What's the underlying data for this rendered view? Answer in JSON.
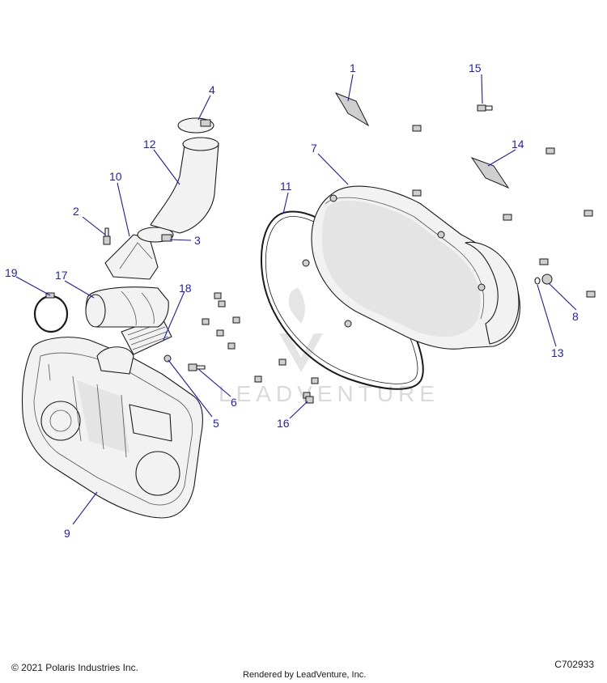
{
  "callouts": [
    "1",
    "2",
    "3",
    "4",
    "5",
    "6",
    "7",
    "8",
    "9",
    "10",
    "11",
    "12",
    "13",
    "14",
    "15",
    "16",
    "17",
    "18",
    "19"
  ],
  "watermark": "LEADVENTURE",
  "footer": {
    "copyright": "© 2021 Polaris Industries Inc.",
    "rendered_by": "Rendered by LeadVenture, Inc.",
    "code": "C702933"
  },
  "colors": {
    "callout": "#2020c0",
    "line": "#1a1a1a",
    "fill": "#f2f2f2"
  }
}
